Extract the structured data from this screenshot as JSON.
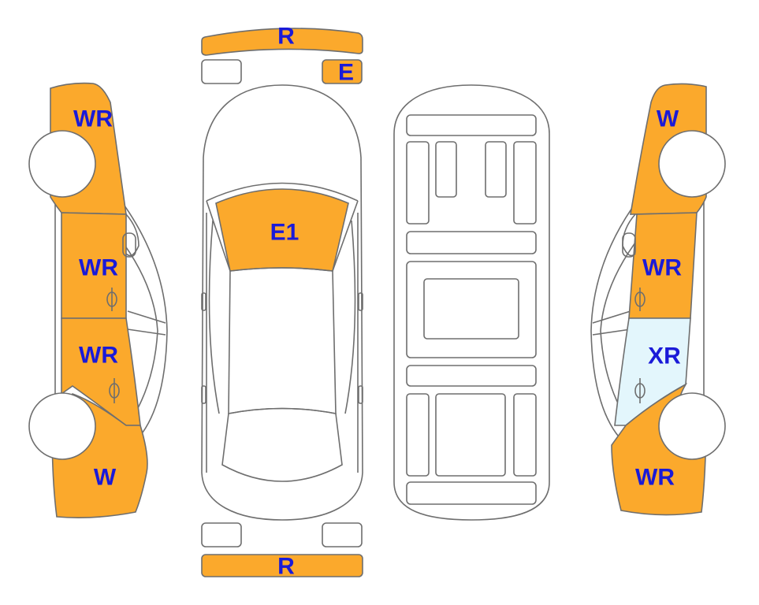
{
  "colors": {
    "damage": "#FBA92C",
    "glass_damage": "#E3F6FC",
    "label": "#1A1AD8",
    "outline": "#6E6E6E",
    "body": "#FFFFFF"
  },
  "panels": {
    "rear_bumper_top": {
      "code": "R",
      "state": "damaged"
    },
    "rear_light_left": {
      "code": "",
      "state": "none"
    },
    "rear_light_right": {
      "code": "E",
      "state": "damaged"
    },
    "front_bumper": {
      "code": "R",
      "state": "damaged"
    },
    "front_light_left": {
      "code": "",
      "state": "none"
    },
    "front_light_right": {
      "code": "",
      "state": "none"
    },
    "windshield": {
      "code": "E1",
      "state": "damaged"
    },
    "left_rear_fender": {
      "code": "WR",
      "state": "damaged"
    },
    "left_rear_door": {
      "code": "WR",
      "state": "damaged"
    },
    "left_front_door": {
      "code": "WR",
      "state": "damaged"
    },
    "left_front_fender": {
      "code": "W",
      "state": "damaged"
    },
    "right_rear_fender": {
      "code": "W",
      "state": "damaged"
    },
    "right_rear_door": {
      "code": "WR",
      "state": "damaged"
    },
    "right_front_door": {
      "code": "XR",
      "state": "glass"
    },
    "right_front_fender": {
      "code": "WR",
      "state": "damaged"
    }
  }
}
